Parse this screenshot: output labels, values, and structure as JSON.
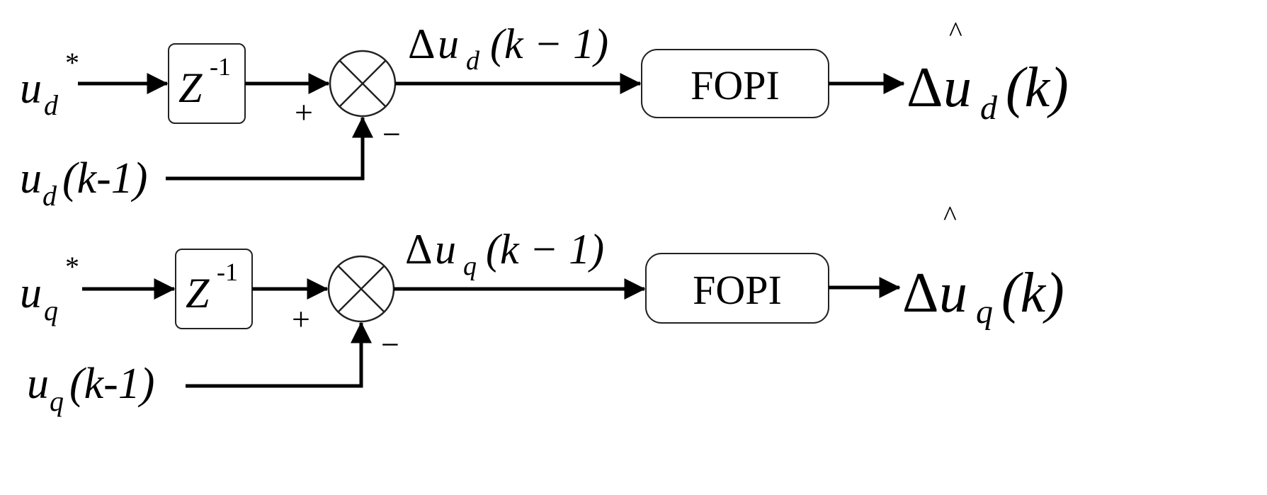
{
  "colors": {
    "line": "#000000",
    "box_stroke": "#222222",
    "background": "#ffffff"
  },
  "rows": [
    {
      "input_base": "u",
      "input_sub": "d",
      "input_sup": "*",
      "delay_base": "Z",
      "delay_sup": "-1",
      "plus": "+",
      "minus": "−",
      "err_delta": "Δ",
      "err_base": "u",
      "err_sub": "d",
      "err_arg": "(k − 1)",
      "block": "FOPI",
      "out_hat": "^",
      "out_delta": "Δ",
      "out_base": "u",
      "out_sub": "d",
      "out_arg": "(k)",
      "fb_base": "u",
      "fb_sub": "d",
      "fb_arg": "(k-1)"
    },
    {
      "input_base": "u",
      "input_sub": "q",
      "input_sup": "*",
      "delay_base": "Z",
      "delay_sup": "-1",
      "plus": "+",
      "minus": "−",
      "err_delta": "Δ",
      "err_base": "u",
      "err_sub": "q",
      "err_arg": "(k − 1)",
      "block": "FOPI",
      "out_hat": "^",
      "out_delta": "Δ",
      "out_base": "u",
      "out_sub": "q",
      "out_arg": "(k)",
      "fb_base": "u",
      "fb_sub": "q",
      "fb_arg": "(k-1)"
    }
  ]
}
